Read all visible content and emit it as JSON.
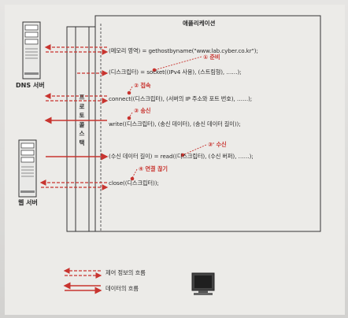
{
  "application_label": "애플리케이션",
  "protocol_stack_chars": [
    "프",
    "로",
    "토",
    "콜",
    " ",
    "스",
    "택"
  ],
  "dns_server_label": "DNS 서버",
  "web_server_label": "웹 서버",
  "code": {
    "line1": "(메모리 영역) = gethostbyname(\"www.lab.cyber.co.kr\");",
    "line2": "(디스크립터) = socket((IPv4 사용), (스트림형), ……);",
    "line3": "connect((디스크립터), (서버의 IP 주소와 포트 번호), ……);",
    "line4": "write((디스크립터), (송신 데이터), (송신 데이터 길이));",
    "line5": "(수신 데이터 길이) = read((디스크립터), (수신 버퍼), ……);",
    "line6": "close((디스크립터));"
  },
  "steps": {
    "s1": "① 준비",
    "s2": "② 접속",
    "s3": "③ 송신",
    "s4": "③' 수신",
    "s5": "④ 연결 끊기"
  },
  "legend": {
    "control": "제어 정보의 흐름",
    "data": "데이터의 흐름"
  },
  "colors": {
    "red": "#c8342f",
    "ink": "#2b2b2b"
  }
}
